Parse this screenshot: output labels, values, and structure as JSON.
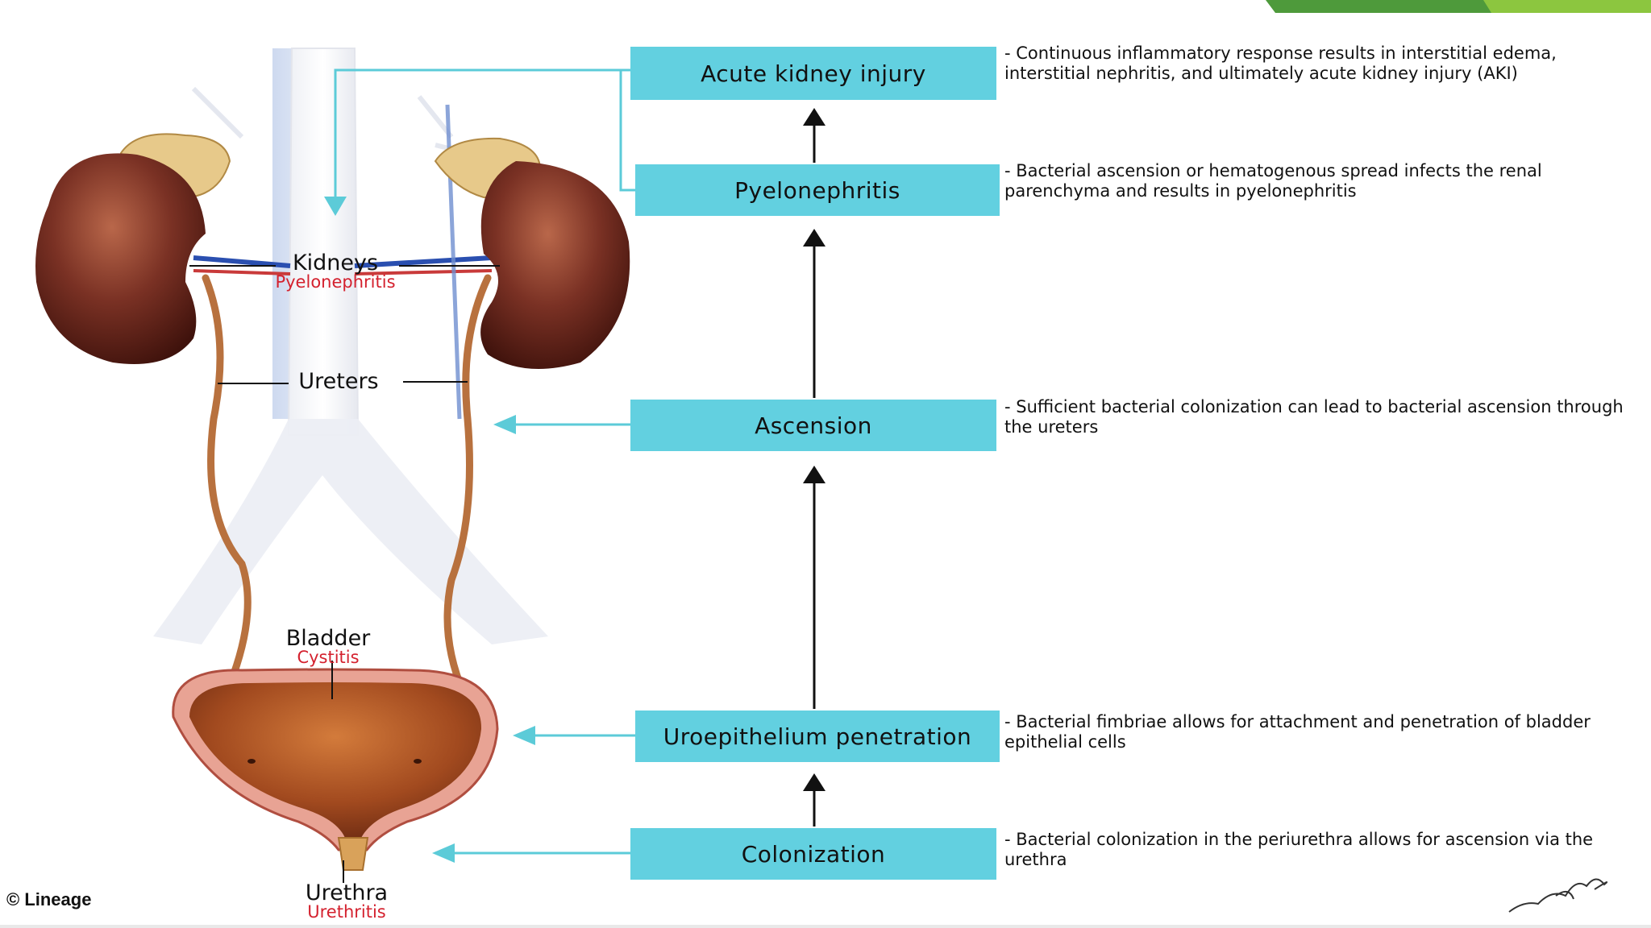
{
  "colors": {
    "box_fill": "#62d0e0",
    "connector": "#5ccbd8",
    "arrow": "#111111",
    "sub_label": "#d4212e",
    "corner_accent_dark": "#4e9a3b",
    "corner_accent_light": "#8cc63f"
  },
  "steps": [
    {
      "label": "Acute kidney injury",
      "description": "- Continuous inflammatory response results in interstitial edema, interstitial nephritis, and ultimately acute kidney injury (AKI)"
    },
    {
      "label": "Pyelonephritis",
      "description": "- Bacterial ascension or hematogenous spread infects the renal parenchyma and results in pyelonephritis"
    },
    {
      "label": "Ascension",
      "description": "- Sufficient bacterial colonization can lead to bacterial ascension through the ureters"
    },
    {
      "label": "Uroepithelium penetration",
      "description": "- Bacterial fimbriae allows for attachment and penetration of bladder epithelial cells"
    },
    {
      "label": "Colonization",
      "description": "- Bacterial colonization in the periurethra allows for ascension via the urethra"
    }
  ],
  "anatomy": {
    "kidneys": {
      "label": "Kidneys",
      "sub": "Pyelonephritis"
    },
    "ureters": {
      "label": "Ureters"
    },
    "bladder": {
      "label": "Bladder",
      "sub": "Cystitis"
    },
    "urethra": {
      "label": "Urethra",
      "sub": "Urethritis"
    }
  },
  "copyright": "© Lineage",
  "signature_icon": "handwritten-signature"
}
